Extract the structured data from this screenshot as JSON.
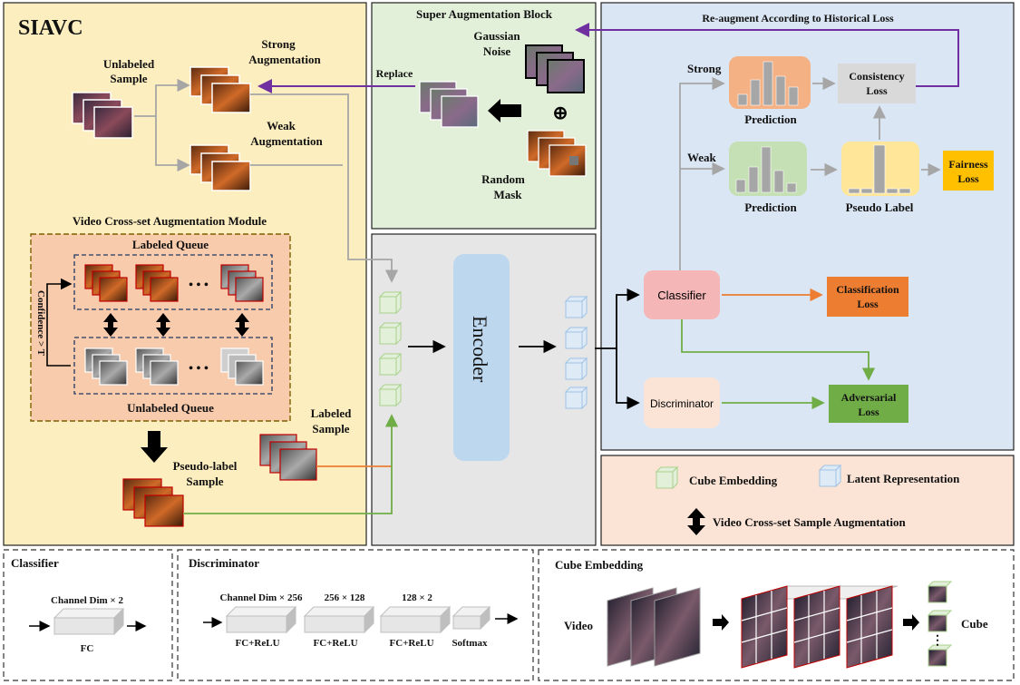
{
  "siavc": {
    "title": "SIAVC",
    "unlabeled_sample": [
      "Unlabeled",
      "Sample"
    ],
    "strong_aug": [
      "Strong",
      "Augmentation"
    ],
    "weak_aug": [
      "Weak",
      "Augmentation"
    ],
    "vcam_title": "Video Cross-set Augmentation Module",
    "labeled_queue": "Labeled Queue",
    "unlabeled_queue": "Unlabeled Queue",
    "confidence": "Confidence > T",
    "ellipsis": "• • •",
    "pseudo_label_sample": [
      "Pseudo-label",
      "Sample"
    ],
    "labeled_sample": [
      "Labeled",
      "Sample"
    ]
  },
  "super_aug": {
    "title": "Super Augmentation Block",
    "gaussian_noise": [
      "Gaussian",
      "Noise"
    ],
    "random_mask": [
      "Random",
      "Mask"
    ],
    "replace": "Replace",
    "plus": "⊕"
  },
  "encoder": {
    "label": "Encoder"
  },
  "right": {
    "reaugment": "Re-augment According to Historical Loss",
    "strong": "Strong",
    "weak": "Weak",
    "prediction": "Prediction",
    "pseudo_label": "Pseudo Label",
    "consistency_loss": [
      "Consistency",
      "Loss"
    ],
    "fairness_loss": [
      "Fairness",
      "Loss"
    ],
    "classifier": "Classifier",
    "discriminator": "Discriminator",
    "classification_loss": [
      "Classification",
      "Loss"
    ],
    "adversarial_loss": [
      "Adversarial",
      "Loss"
    ]
  },
  "legend": {
    "cube_embedding": "Cube Embedding",
    "latent_representation": "Latent Representation",
    "cross_set": "Video  Cross-set  Sample  Augmentation"
  },
  "bottom": {
    "classifier_title": "Classifier",
    "classifier_dim": "Channel Dim × 2",
    "fc": "FC",
    "discriminator_title": "Discriminator",
    "dims": [
      "Channel Dim × 256",
      "256 × 128",
      "128 × 2"
    ],
    "layers": [
      "FC+ReLU",
      "FC+ReLU",
      "FC+ReLU",
      "Softmax"
    ],
    "cube_title": "Cube Embedding",
    "video": "Video",
    "cube": "Cube",
    "vdots": "⋮"
  },
  "colors": {
    "siavc_bg": "#fdeebf",
    "super_aug_bg": "#e2f0d9",
    "encoder_panel": "#e6e6e6",
    "right_bg": "#dae6f3",
    "legend_bg": "#fbe4d6",
    "purple": "#7030a0",
    "orange": "#ed7d31",
    "green": "#70ad47",
    "gray_arrow": "#a6a6a6"
  }
}
